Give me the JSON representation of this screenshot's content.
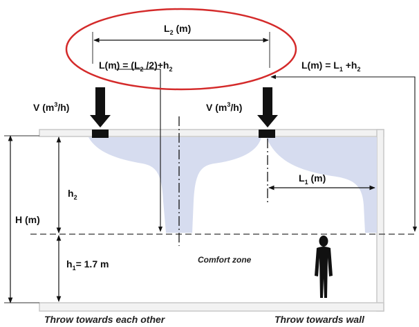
{
  "labels": {
    "l2": "L",
    "l2_sub": "2",
    "l2_unit": " (m)",
    "formula_left_a": "L(m) = (L",
    "formula_left_sub": "2",
    "formula_left_b": " /2)+h",
    "formula_left_sub2": "2",
    "formula_right_a": "L(m) = L",
    "formula_right_sub": "1",
    "formula_right_b": " +h",
    "formula_right_sub2": "2",
    "v_a": "V (m",
    "v_sup": "3",
    "v_b": "/h)",
    "h_total": "H (m)",
    "h2": "h",
    "h2_sub": "2",
    "h1_a": "h",
    "h1_sub": "1",
    "h1_b": "= 1.7 m",
    "l1": "L",
    "l1_sub": "1",
    "l1_unit": " (m)",
    "comfort_zone": "Comfort zone"
  },
  "captions": {
    "left": "Throw towards each other",
    "right": "Throw towards wall"
  },
  "colors": {
    "highlight_ellipse": "#d42a2a",
    "airflow": "#d6dcef",
    "room_fill": "#f2f2f2",
    "room_edge": "#c8c8c8",
    "ink": "#111111"
  },
  "icons": [
    "downward-arrow-icon",
    "person-icon",
    "air-diffuser-icon"
  ]
}
